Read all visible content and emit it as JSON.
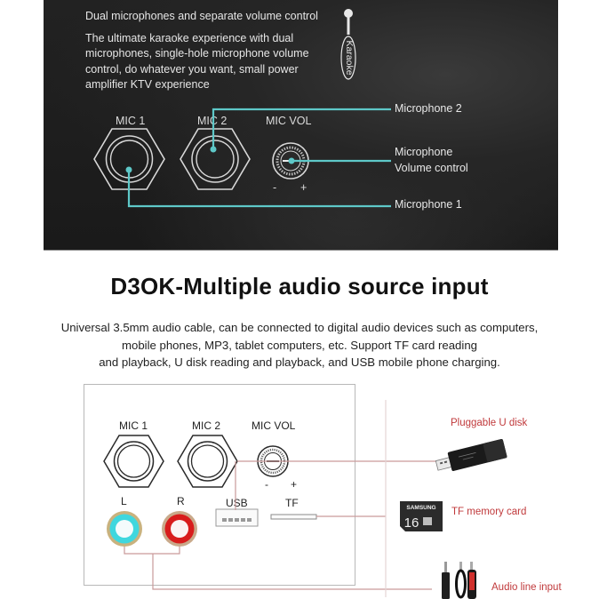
{
  "banner": {
    "heading": "Dual microphones and separate volume control",
    "body": "The ultimate karaoke experience with dual microphones, single-hole microphone volume control, do whatever you want, small power amplifier KTV experience",
    "karaoke_badge": "Karaoke",
    "ports": {
      "mic1": "MIC 1",
      "mic2": "MIC 2",
      "micvol": "MIC VOL",
      "minus": "-",
      "plus": "+"
    },
    "callouts": {
      "mic2": "Microphone 2",
      "vol_line1": "Microphone",
      "vol_line2": "Volume control",
      "mic1": "Microphone 1"
    },
    "accent_color": "#5ec8c8"
  },
  "section": {
    "title": "D3OK-Multiple audio source input",
    "description_lines": [
      "Universal 3.5mm audio cable, can be connected to digital audio devices such as computers,",
      "mobile phones, MP3, tablet computers, etc. Support TF card reading",
      "and playback, U disk reading and playback, and USB mobile phone charging."
    ]
  },
  "diagram": {
    "ports": {
      "mic1": "MIC 1",
      "mic2": "MIC 2",
      "micvol": "MIC VOL",
      "minus": "-",
      "plus": "+",
      "left": "L",
      "right": "R",
      "usb": "USB",
      "tf": "TF"
    },
    "devices": {
      "udisk": "Pluggable U disk",
      "tfcard": "TF memory card",
      "tfcard_brand": "SAMSUNG",
      "tfcard_capacity": "16",
      "audio": "Audio line input"
    },
    "line_color": "#c99a9a",
    "label_color": "#c0393b"
  }
}
